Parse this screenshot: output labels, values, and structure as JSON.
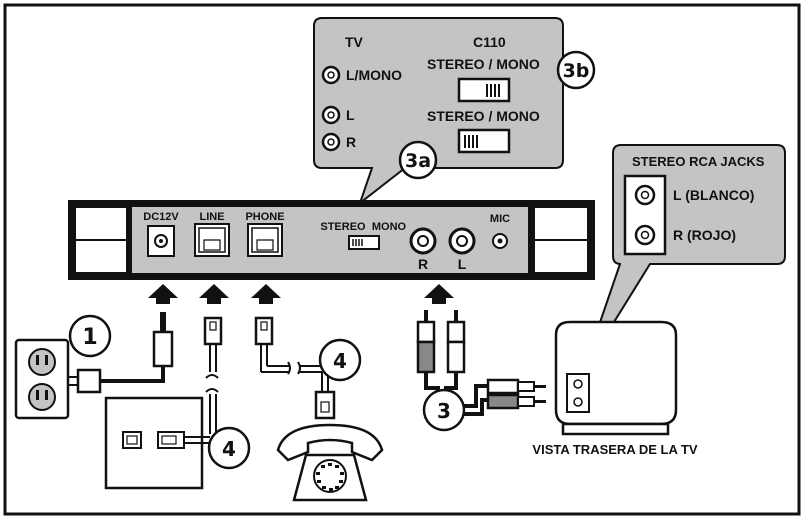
{
  "callout_tv": {
    "tv_label": "TV",
    "c110_label": "C110",
    "l_mono": "L/MONO",
    "l": "L",
    "r": "R",
    "stereo_mono_1": "STEREO / MONO",
    "stereo_mono_2": "STEREO / MONO",
    "badge_3b": "3b",
    "badge_3a": "3a"
  },
  "device_panel": {
    "dc12v": "DC12V",
    "line": "LINE",
    "phone": "PHONE",
    "stereo": "STEREO",
    "mono": "MONO",
    "mic": "MIC",
    "jack_r": "R",
    "jack_l": "L"
  },
  "rca_callout": {
    "title": "STEREO RCA JACKS",
    "left": "L (BLANCO)",
    "right": "R (ROJO)"
  },
  "steps": {
    "step1": "1",
    "step3": "3",
    "step4_top": "4",
    "step4_bottom": "4"
  },
  "tv_caption": "VISTA TRASERA DE LA TV"
}
